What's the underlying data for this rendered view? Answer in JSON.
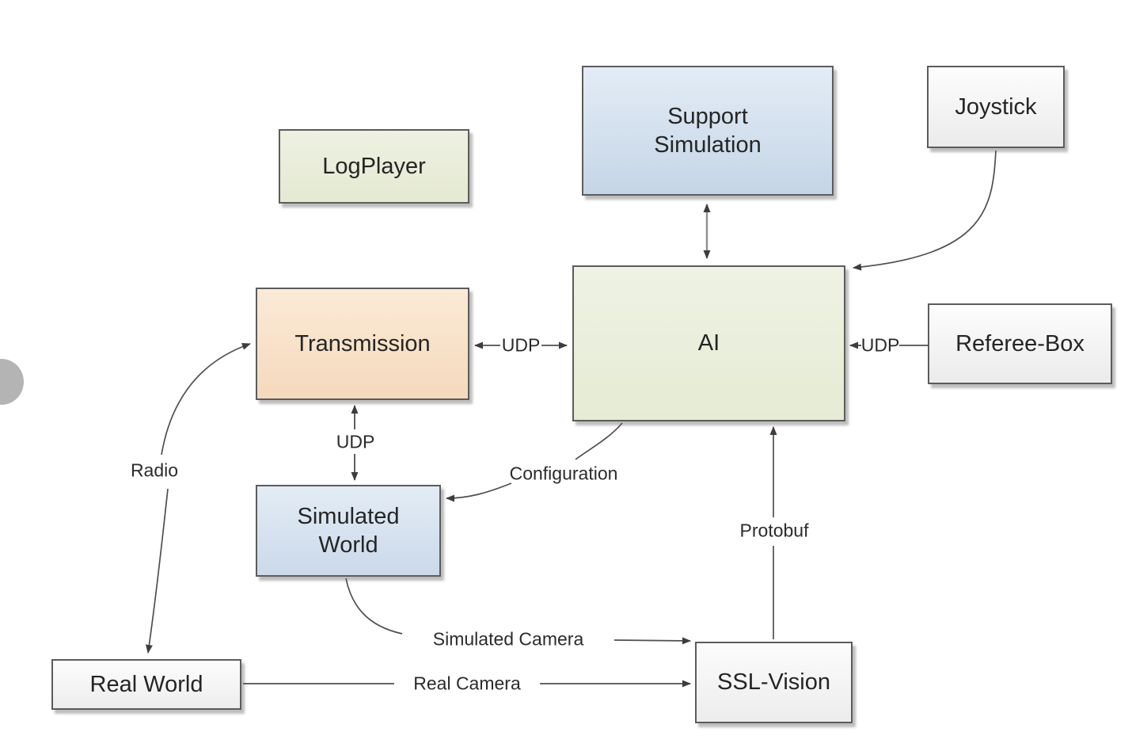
{
  "nodes": {
    "logplayer": {
      "label": "LogPlayer"
    },
    "support_simulation": {
      "label": "Support Simulation"
    },
    "joystick": {
      "label": "Joystick"
    },
    "transmission": {
      "label": "Transmission"
    },
    "ai": {
      "label": "AI"
    },
    "referee_box": {
      "label": "Referee-Box"
    },
    "simulated_world": {
      "label": "Simulated World"
    },
    "real_world": {
      "label": "Real World"
    },
    "ssl_vision": {
      "label": "SSL-Vision"
    }
  },
  "edges": {
    "udp_transmission_ai": {
      "label": "UDP"
    },
    "udp_transmission_simworld": {
      "label": "UDP"
    },
    "udp_ai_refereebox": {
      "label": "UDP"
    },
    "radio": {
      "label": "Radio"
    },
    "configuration": {
      "label": "Configuration"
    },
    "protobuf": {
      "label": "Protobuf"
    },
    "simulated_camera": {
      "label": "Simulated Camera"
    },
    "real_camera": {
      "label": "Real Camera"
    }
  },
  "colors": {
    "green_box": "#eaf0db",
    "blue_box": "#d4e1ef",
    "orange_box": "#f8e2c9",
    "plain_box": "#f4f4f4",
    "box_border": "#5c5c5c",
    "wire": "#4f4f4f",
    "handle_gray": "#b4b4b4"
  }
}
